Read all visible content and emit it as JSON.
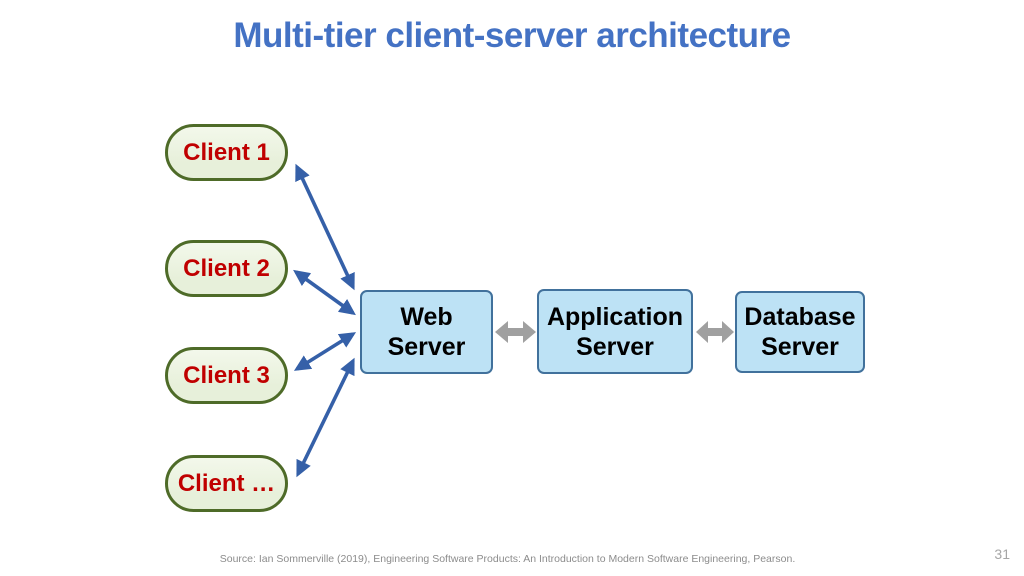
{
  "slide": {
    "title": "Multi-tier client-server architecture",
    "page_number": "31",
    "source": "Source: Ian Sommerville (2019), Engineering Software Products:  An Introduction to Modern Software Engineering, Pearson."
  },
  "diagram": {
    "clients": [
      {
        "label": "Client 1"
      },
      {
        "label": "Client 2"
      },
      {
        "label": "Client 3"
      },
      {
        "label": "Client …"
      }
    ],
    "servers": [
      {
        "name": "web-server",
        "line1": "Web",
        "line2": "Server"
      },
      {
        "name": "application-server",
        "line1": "Application",
        "line2": "Server"
      },
      {
        "name": "database-server",
        "line1": "Database",
        "line2": "Server"
      }
    ],
    "connections": [
      {
        "from": "Client 1",
        "to": "Web Server",
        "style": "double-headed-blue"
      },
      {
        "from": "Client 2",
        "to": "Web Server",
        "style": "double-headed-blue"
      },
      {
        "from": "Client 3",
        "to": "Web Server",
        "style": "double-headed-blue"
      },
      {
        "from": "Client …",
        "to": "Web Server",
        "style": "double-headed-blue"
      },
      {
        "from": "Web Server",
        "to": "Application Server",
        "style": "double-headed-gray"
      },
      {
        "from": "Application Server",
        "to": "Database Server",
        "style": "double-headed-gray"
      }
    ],
    "colors": {
      "background": "#FFFFFF",
      "title_text": "#4472C4",
      "client_fill": "#E7F0DA",
      "client_border": "#4E6B28",
      "client_text": "#C00000",
      "server_fill": "#BDE2F5",
      "server_border": "#41719C",
      "server_text": "#000000",
      "client_arrow": "#3560A8",
      "server_arrow": "#A0A0A0",
      "footer_text": "#8C8C8C",
      "page_number_text": "#A6A6A6"
    }
  }
}
